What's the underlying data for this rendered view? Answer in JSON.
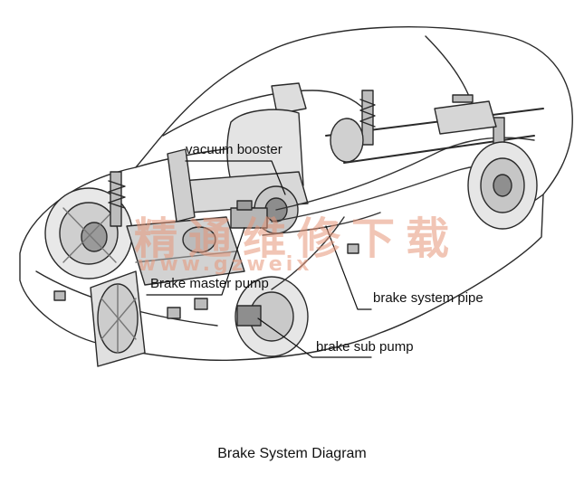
{
  "labels": {
    "vacuum_booster": "vacuum booster",
    "brake_master_pump": "Brake master pump",
    "brake_system_pipe": "brake system pipe",
    "brake_sub_pump": "brake sub pump"
  },
  "caption": "Brake System Diagram",
  "watermark": {
    "chinese": "精通维修下载",
    "url": "www.gzweix"
  },
  "colors": {
    "line": "#2a2a2a",
    "watermark": "#e6967a"
  }
}
